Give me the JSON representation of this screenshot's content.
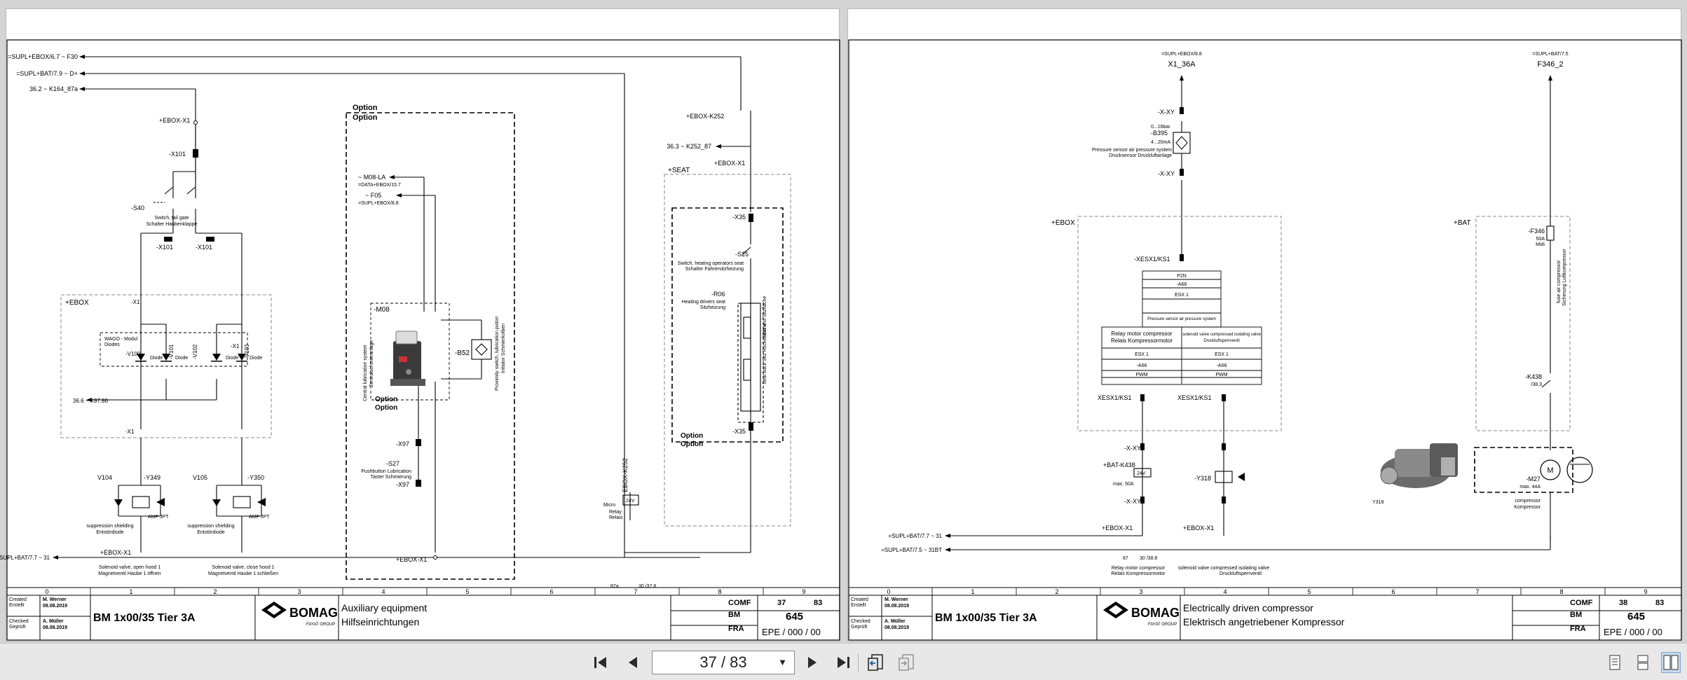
{
  "viewer": {
    "page_indicator": "37 / 83"
  },
  "left_page": {
    "labels": {
      "f30": "=SUPL+EBOX/6.7 ~ F30",
      "d_plus": "=SUPL+BAT/7.9 ~ D+",
      "k164": "36.2 ~ K164_87a",
      "ebox_x1_802": "+EBOX-X1",
      "x101_top": "-X101",
      "s40": "-S40",
      "switch_tailgate_en": "Switch, tail gate",
      "switch_tailgate_de": "Schalter Haubenklappe",
      "x101_left": "-X101",
      "x101_right": "-X101",
      "ebox": "+EBOX",
      "x1_820": "-X1",
      "wago_1": "WAGO - Modul",
      "wago_2": "Diodes",
      "v100": "-V100",
      "v101": "-V101",
      "v102": "-V102",
      "v103": "-V103",
      "diode": "Diode",
      "k97": "36.6 ~ K97:86",
      "x1_182": "-X1",
      "x1_115": "-X1",
      "v104": "V104",
      "y349": "-Y349",
      "v105": "V105",
      "y350": "-Y350",
      "suppr_en": "suppression shielding",
      "suppr_de": "Entstördiode",
      "amp": "AMP JPT",
      "ebox_x1_152": "+EBOX-X1",
      "bat_31": "=SUPL+BAT/7.7 ~ 31",
      "sol_open_en": "Solenoid valve, open hood 1",
      "sol_open_de": "Magnetventil Haube 1 öffnen",
      "sol_close_en": "Solenoid valve, close hood 1",
      "sol_close_de": "Magnetventil Haube 1 schließen",
      "option": "Option",
      "m08la": "~ M08-LA",
      "data_ebox": "=DATA+EBOX/15.7",
      "f05": "~ F05",
      "supl_ebox88": "=SUPL+EBOX/8.8",
      "m08": "-M08",
      "b52": "-B52",
      "central_lube": "Central lubrication system",
      "central_lube_de": "Zentralschmieranlage",
      "proximity": "Proximity switch, lubrication piston",
      "proximity_de": "Initiator Schmierkolben",
      "x97_top": "-X97",
      "s27": "-S27",
      "pushbutton_en": "Pushbutton Lubrication",
      "pushbutton_de": "Taster Schmierung",
      "x97_bot": "-X97",
      "ebox_x1_822": "+EBOX-X1",
      "ebox_k252": "+EBOX-K252",
      "k252_87": "36.3 ~ K252_87",
      "ebox_x1_485": "+EBOX-X1",
      "seat": "+SEAT",
      "x35_top": "-X35",
      "s25": "-S25",
      "switch_seat_en": "Switch, heating operators seat",
      "switch_seat_de": "Schalter Fahrersitzheizung",
      "r06": "-R06",
      "heating_en": "Heating drivers seat",
      "heating_de": "Sitzheizung",
      "seat_surface": "Seat und Sitzfläche",
      "seat_back": "Seat back Sitz Rückenlehne",
      "x35_bot": "-X35",
      "ebox_k252_v": "EBOX-K252",
      "micro": "Micro",
      "relay_en": "Relay",
      "relay_de": "Relais",
      "k87a": "87a",
      "k30": "30 /37.8",
      "volt": "24V"
    },
    "title_block": {
      "created_label": "Created",
      "created_label_de": "Erstellt",
      "created_name": "M. Werner",
      "created_date": "08.08.2019",
      "checked_label": "Checked",
      "checked_label_de": "Geprüft",
      "checked_name": "A. Müller",
      "checked_date": "08.08.2019",
      "machine": "BM 1x00/35 Tier 3A",
      "logo": "BOMAG",
      "logo_sub": "FAYAT GROUP",
      "title_en": "Auxiliary equipment",
      "title_de": "Hilfseinrichtungen",
      "function": "COMF",
      "higher_function": "BM",
      "mounting": "FRA",
      "page_no": "37",
      "page_total": "83",
      "doc_no": "645",
      "doc_code": "EPE / 000 / 00"
    },
    "grid": [
      "0",
      "1",
      "2",
      "3",
      "4",
      "5",
      "6",
      "7",
      "8",
      "9"
    ]
  },
  "right_page": {
    "labels": {
      "x1_36a_ref": "=SUPL+EBOX/8.8",
      "x1_36a": "X1_36A",
      "f346_ref": "=SUPL+BAT/7.5",
      "f346_2": "F346_2",
      "x_xy1": "-X-XY",
      "b395": "-B395",
      "b395_range1": "0...16bar",
      "b395_range2": "4...20mA",
      "pressure_en": "Pressure sensor air pressure system",
      "pressure_de": "Drucksensor Druckluftanlage",
      "x_xy2": "-X-XY",
      "ebox": "+EBOX",
      "bat": "+BAT",
      "xesx1": "-XESX1/KS1",
      "f346": "-F346",
      "f346_rating": "50A",
      "f346_type": "Midi",
      "fuse_comp": "fuse air compressor",
      "fuse_comp_de": "Sicherung Luftkompressor",
      "table_pin": "P2N",
      "table_a66": "-A66",
      "table_esx": "ESX 1",
      "table_pressure": "Pressure sensor air pressure system",
      "relay_motor_en": "Relay motor compressor",
      "relay_motor_de": "Relais Kompressormotor",
      "solenoid_iso_en": "solenoid valve compressed isolating valve",
      "solenoid_iso_de": "Druckluftsperrventil",
      "pwm": "PWM",
      "xesx1_42": "XESX1/KS1",
      "xesx1_61": "XESX1/KS1",
      "k438": "-K438",
      "k438_ref": "/38.3",
      "x_xy3": "-X-XY",
      "bat_k438": "+BAT-K438",
      "k438_max": "max. 50A",
      "y318": "-Y318",
      "x_xy4": "-X-XY",
      "m27": "-M27",
      "m27_max": "max. 44A",
      "compressor_en": "compressor",
      "compressor_de": "Kompressor",
      "y318_photo": "Y318",
      "ebox_x1_588": "+EBOX-X1",
      "ebox_x1_589": "+EBOX-X1",
      "bat_31": "=SUPL+BAT/7.7 ~ 31",
      "bat_31bt": "=SUPL+BAT/7.5 ~ 31BT",
      "relay_ref": "87",
      "relay_ref2": "30 /38.8",
      "relay_motor2_en": "Relay motor compressor",
      "relay_motor2_de": "Relais Kompressormotor",
      "solenoid2_en": "solenoid valve compressed isolating valve",
      "solenoid2_de": "Druckluftsperrventil",
      "volt": "24V"
    },
    "title_block": {
      "created_label": "Created",
      "created_label_de": "Erstellt",
      "created_name": "M. Werner",
      "created_date": "08.08.2019",
      "checked_label": "Checked",
      "checked_label_de": "Geprüft",
      "checked_name": "A. Müller",
      "checked_date": "08.08.2019",
      "machine": "BM 1x00/35 Tier 3A",
      "logo": "BOMAG",
      "logo_sub": "FAYAT GROUP",
      "title_en": "Electrically driven compressor",
      "title_de": "Elektrisch angetriebener Kompressor",
      "function": "COMF",
      "higher_function": "BM",
      "mounting": "FRA",
      "page_no": "38",
      "page_total": "83",
      "doc_no": "645",
      "doc_code": "EPE / 000 / 00"
    },
    "grid": [
      "0",
      "1",
      "2",
      "3",
      "4",
      "5",
      "6",
      "7",
      "8",
      "9"
    ]
  }
}
